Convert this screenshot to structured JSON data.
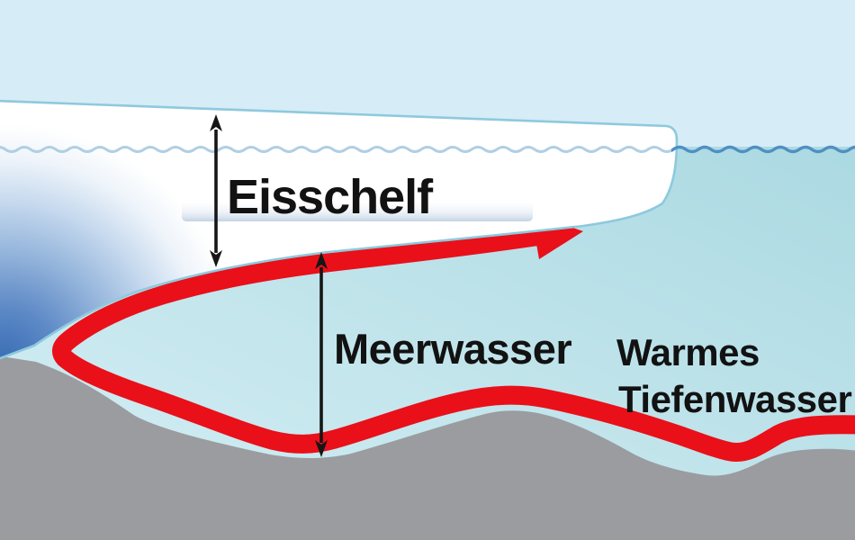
{
  "diagram": {
    "labels": {
      "ice_shelf": "Eisschelf",
      "sea_water": "Meerwasser",
      "warm_deep_water_line1": "Warmes",
      "warm_deep_water_line2": "Tiefenwasser"
    },
    "colors": {
      "sky": "#d6ecf7",
      "sea_light": "#d6eff6",
      "sea_dark": "#abd9e2",
      "waterline_open_sea": "#4f90c2",
      "waterline_under_ice": "#b0cfe3",
      "ice_white": "#ffffff",
      "ice_deep_blue": "#3a6eb5",
      "ice_edge_cyan": "#8ec9dd",
      "seafloor_gray": "#9b9ca0",
      "current_red": "#e91019",
      "measure_arrow_black": "#161616",
      "label_text": "#121212",
      "label_box_fill": "#ffffff",
      "label_box_shadow": "#c3d2e4"
    }
  }
}
